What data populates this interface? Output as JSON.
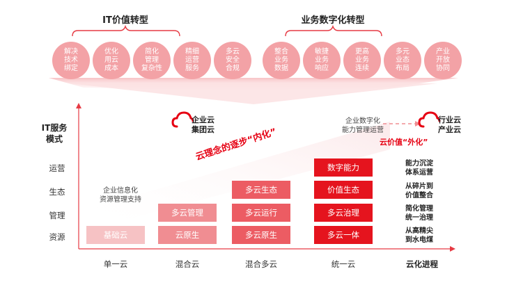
{
  "top": {
    "left_title": "IT价值转型",
    "right_title": "业务数字化转型",
    "left_circles": [
      "解决\n技术\n绑定",
      "优化\n用云\n成本",
      "简化\n管理\n复杂性",
      "精细\n运营\n服务",
      "多云\n安全\n合规"
    ],
    "right_circles": [
      "整合\n业务\n数据",
      "敏捷\n业务\n响应",
      "更高\n业务\n连续",
      "多元\n业态\n布局",
      "产业\n开放\n协同"
    ]
  },
  "y_axis": {
    "title": "IT服务\n模式",
    "levels": [
      "运营",
      "生态",
      "管理",
      "资源"
    ]
  },
  "x_axis": {
    "stages": [
      "单一云",
      "混合云",
      "混合多云",
      "统一云"
    ],
    "title": "云化进程"
  },
  "columns": {
    "single": [
      "基础云"
    ],
    "hybrid": [
      "多云管理",
      "云原生"
    ],
    "hybrid_multi": [
      "多云生态",
      "多云运行",
      "多云原生"
    ],
    "unified": [
      "数字能力",
      "价值生态",
      "多云治理",
      "多云一体"
    ]
  },
  "annotations": {
    "info_support": "企业信息化\n资源管理支持",
    "digital_ops": "企业数字化\n能力管理运营",
    "diagonal": "云理念的逐步“内化”",
    "external": "云价值“外化”"
  },
  "clouds": {
    "enterprise": "企业云\n集团云",
    "industry": "行业云\n产业云"
  },
  "right_notes": [
    "能力沉淀\n体系运营",
    "从碎片到\n价值整合",
    "简化管理\n统一治理",
    "从高精尖\n到水电煤"
  ],
  "colors": {
    "circle": "#f3a2a6",
    "pale": "#f6c2c4",
    "light": "#f08d92",
    "mid": "#ec5c63",
    "strong": "#e5141e",
    "accent": "#e60012"
  }
}
